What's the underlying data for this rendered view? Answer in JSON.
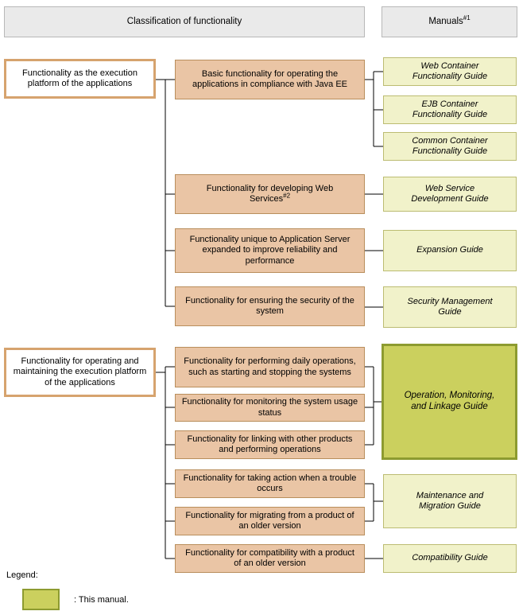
{
  "header": {
    "classification": "Classification of functionality",
    "manuals": "Manuals",
    "manuals_sup": "#1"
  },
  "left": {
    "items": [
      {
        "label": "Functionality as the execution platform of the applications"
      },
      {
        "label": "Functionality for operating and maintaining the execution platform of the applications"
      }
    ]
  },
  "middle": {
    "items": [
      {
        "label": "Basic functionality for operating the applications in compliance with Java EE"
      },
      {
        "label": "Functionality for developing Web Services",
        "sup": "#2"
      },
      {
        "label": "Functionality unique to Application Server expanded to improve reliability and performance"
      },
      {
        "label": "Functionality for ensuring the security of the system"
      },
      {
        "label": "Functionality for performing daily operations, such as starting and stopping the systems"
      },
      {
        "label": "Functionality for monitoring the system usage status"
      },
      {
        "label": "Functionality for linking with other products and performing operations"
      },
      {
        "label": "Functionality for taking action when a trouble occurs"
      },
      {
        "label": "Functionality for migrating from a product of an older version"
      },
      {
        "label": "Functionality for compatibility with a product of an older version"
      }
    ]
  },
  "manuals": {
    "items": [
      {
        "label": "Web Container Functionality Guide"
      },
      {
        "label": "EJB Container Functionality Guide"
      },
      {
        "label": "Common Container Functionality Guide"
      },
      {
        "label": "Web Service Development Guide"
      },
      {
        "label": "Expansion Guide"
      },
      {
        "label": "Security Management Guide"
      },
      {
        "label": "Operation, Monitoring, and Linkage Guide",
        "highlighted": true
      },
      {
        "label": "Maintenance and Migration Guide"
      },
      {
        "label": "Compatibility Guide"
      }
    ]
  },
  "legend": {
    "title": "Legend:",
    "this_manual": ": This manual."
  },
  "colors": {
    "header_bg": "#eaeaea",
    "left_border": "#d6a36e",
    "middle_bg": "#eac5a5",
    "middle_border": "#b98e5c",
    "manual_bg": "#f1f2ca",
    "manual_border": "#bcbc72",
    "highlight_bg": "#cbd05e",
    "highlight_border": "#8d9b30",
    "line": "#000000"
  }
}
